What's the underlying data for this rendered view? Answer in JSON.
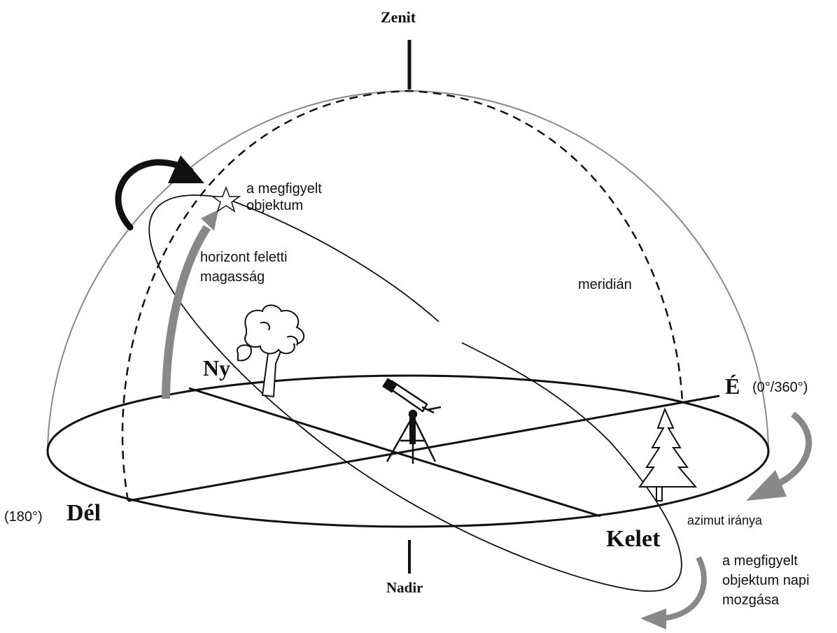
{
  "labels": {
    "zenith": "Zenit",
    "nadir": "Nadir",
    "west": "Ny",
    "north": "É",
    "north_deg": "(0°/360°)",
    "south": "Dél",
    "south_deg": "(180°)",
    "east": "Kelet",
    "object_line1": "a megfigyelt",
    "object_line2": "objektum",
    "altitude_line1": "horizont feletti",
    "altitude_line2": "magasság",
    "meridian": "meridián",
    "azimuth_direction": "azimut iránya",
    "daily_motion_line1": "a megfigyelt",
    "daily_motion_line2": "objektum napi",
    "daily_motion_line3": "mozgása"
  },
  "colors": {
    "ink": "#111111",
    "dome": "#8a8a8a",
    "arrow_gray": "#888888"
  },
  "icons": [
    "star-icon",
    "tree-icon",
    "pine-tree-icon",
    "telescope-icon"
  ]
}
